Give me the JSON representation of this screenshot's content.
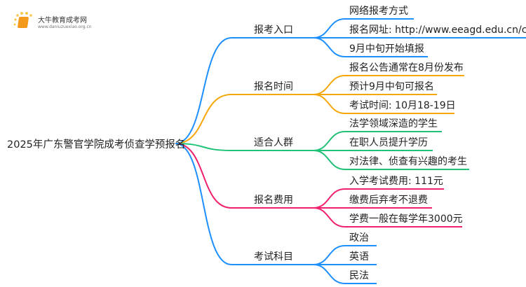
{
  "logo": {
    "name": "大牛教育成考网",
    "url": "www.daniuzuexiao.org.cn"
  },
  "root": "2025年广东警官学院成考侦查学预报名",
  "branches": [
    {
      "label": "报考入口",
      "color": "#1e8fff",
      "leaves": [
        "网络报考方式",
        "报名网址: http://www.eeagd.edu.cn/cr",
        "9月中旬开始填报"
      ]
    },
    {
      "label": "报名时间",
      "color": "#f5a70a",
      "leaves": [
        "报名公告通常在8月份发布",
        "预计9月中旬可报名",
        "考试时间: 10月18-19日"
      ]
    },
    {
      "label": "适合人群",
      "color": "#1fc277",
      "leaves": [
        "法学领域深造的学生",
        "在职人员提升学历",
        "对法律、侦查有兴趣的考生"
      ]
    },
    {
      "label": "报名费用",
      "color": "#f0206e",
      "leaves": [
        "入学考试费用: 111元",
        "缴费后弃考不退费",
        "学费一般在每学年3000元"
      ]
    },
    {
      "label": "考试科目",
      "color": "#1e8fff",
      "leaves": [
        "政治",
        "英语",
        "民法"
      ]
    }
  ]
}
